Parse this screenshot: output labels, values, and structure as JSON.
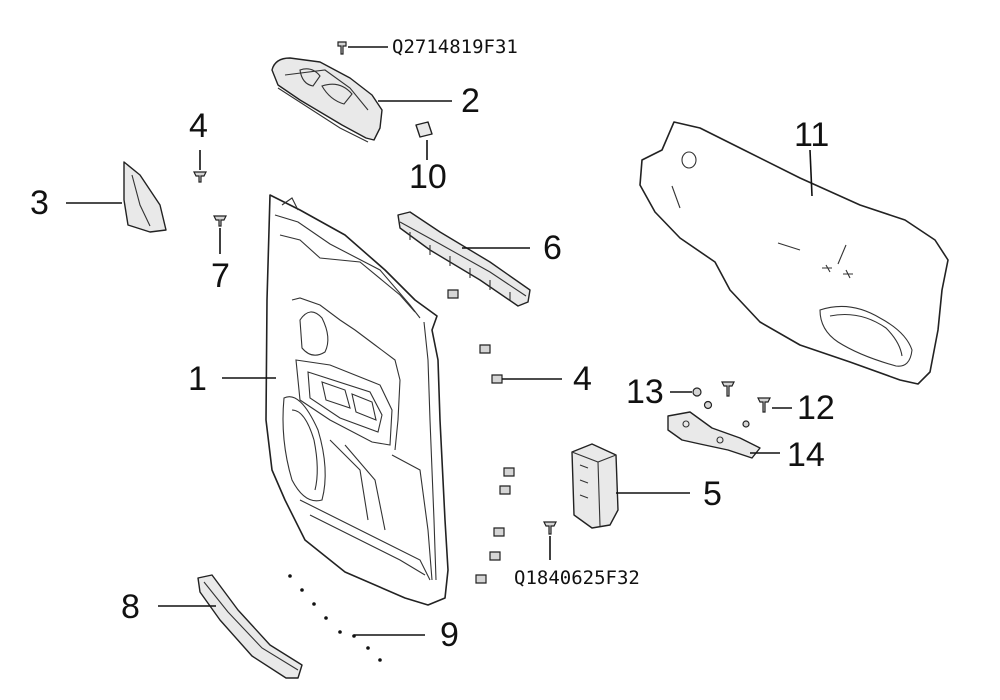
{
  "labels": {
    "p1": "1",
    "p2": "2",
    "p3": "3",
    "p4a": "4",
    "p4b": "4",
    "p5": "5",
    "p6": "6",
    "p7": "7",
    "p8": "8",
    "p9": "9",
    "p10": "10",
    "p11": "11",
    "p12": "12",
    "p13": "13",
    "p14": "14"
  },
  "codes": {
    "c1": "Q2714819F31",
    "c2": "Q1840625F32"
  }
}
